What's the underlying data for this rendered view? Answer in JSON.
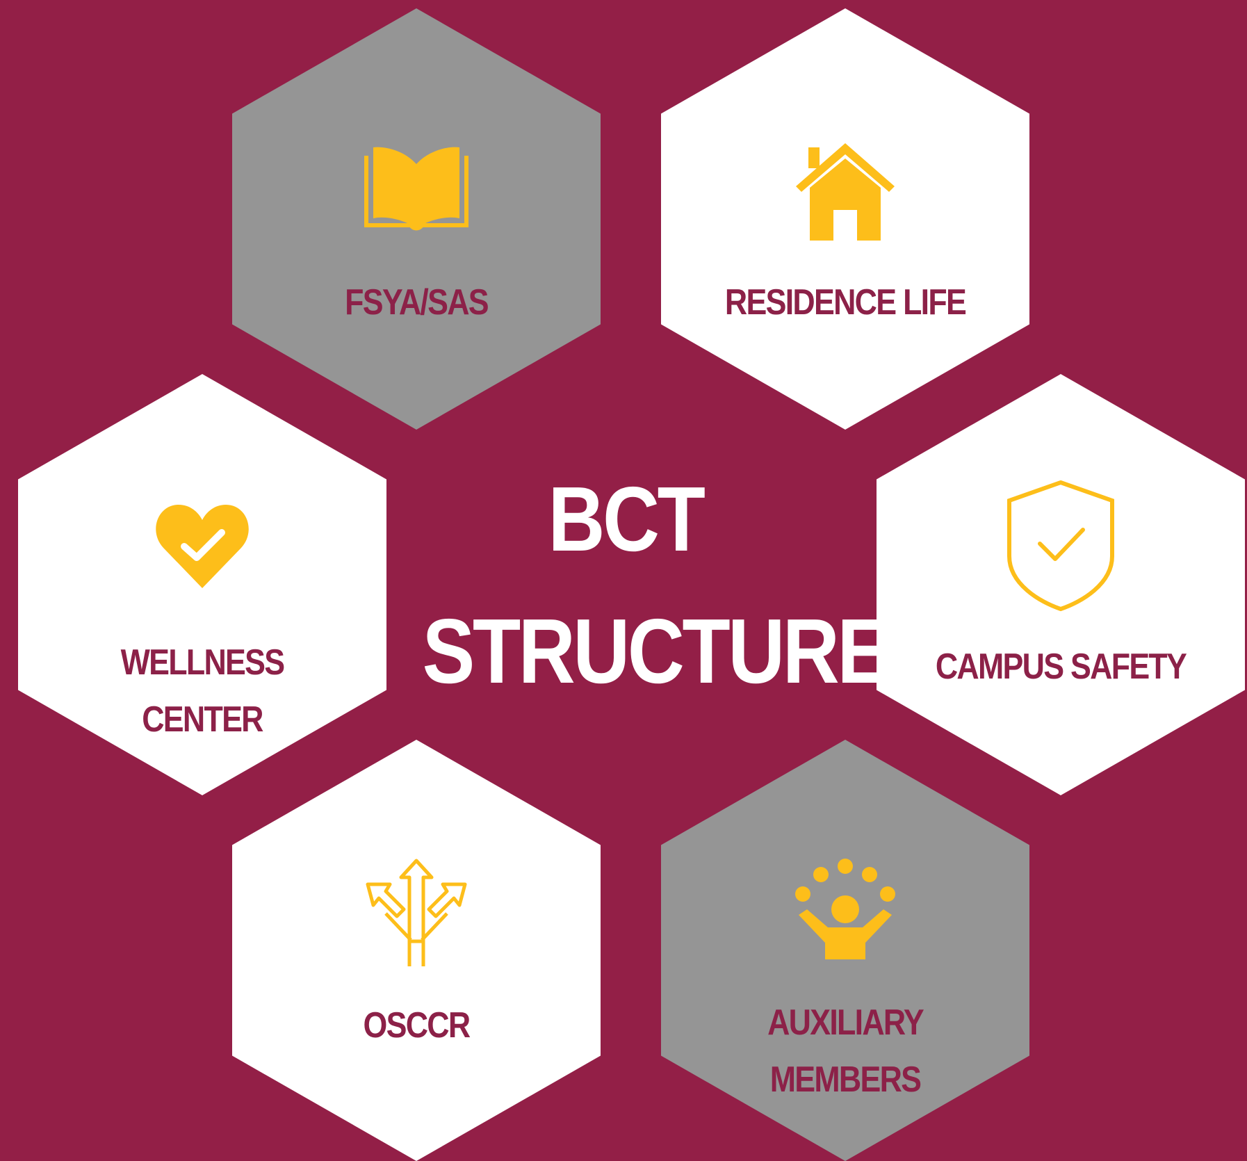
{
  "title": {
    "line1": "BCT",
    "line2": "STRUCTURE"
  },
  "colors": {
    "background": "#931f47",
    "hex_white": "#ffffff",
    "hex_gray": "#959595",
    "icon": "#fdbe1a",
    "label": "#8c2148"
  },
  "hexagons": [
    {
      "id": "fsya-sas",
      "label": "FSYA/SAS",
      "icon": "open-book-icon",
      "style": "gray"
    },
    {
      "id": "residence-life",
      "label": "RESIDENCE LIFE",
      "icon": "house-icon",
      "style": "white"
    },
    {
      "id": "wellness-center",
      "label": "WELLNESS\nCENTER",
      "icon": "heart-check-icon",
      "style": "white"
    },
    {
      "id": "campus-safety",
      "label": "CAMPUS SAFETY",
      "icon": "shield-check-icon",
      "style": "white"
    },
    {
      "id": "osccr",
      "label": "OSCCR",
      "icon": "branching-arrows-icon",
      "style": "white"
    },
    {
      "id": "auxiliary-members",
      "label": "AUXILIARY\nMEMBERS",
      "icon": "person-juggling-icon",
      "style": "gray"
    }
  ]
}
